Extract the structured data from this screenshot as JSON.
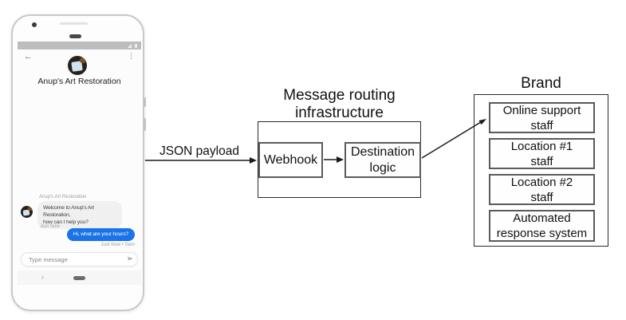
{
  "colors": {
    "bubble_blue": "#1a73e8",
    "status_bar_gray": "#bdbdbd",
    "outer_box_border": "#2b2b2b",
    "inner_box_border": "#5a5a5a"
  },
  "phone": {
    "status_bar": {
      "signal_icon": "signal-icon",
      "battery_icon": "battery-icon"
    },
    "header": {
      "back_glyph": "←",
      "menu_glyph": "⋮",
      "title": "Anup's Art Restoration"
    },
    "chat": {
      "sender_label": "Anup's Art Restoration",
      "incoming": {
        "line1": "Welcome to Anup's Art Restoration,",
        "line2": "how can I help you?",
        "timestamp": "Just Now"
      },
      "outgoing": {
        "text": "Hi, what are your hours?",
        "timestamp": "Just Now • Sent"
      }
    },
    "composer": {
      "placeholder": "Type message",
      "send_glyph": "➢"
    },
    "navbar": {
      "back_glyph": "‹"
    }
  },
  "diagram": {
    "payload_label": "JSON payload",
    "routing": {
      "title": "Message routing infrastructure",
      "webhook": "Webhook",
      "destination": "Destination logic"
    },
    "brand": {
      "title": "Brand",
      "boxes": [
        {
          "line1": "Online support",
          "line2": "staff"
        },
        {
          "line1": "Location #1",
          "line2": "staff"
        },
        {
          "line1": "Location #2",
          "line2": "staff"
        },
        {
          "line1": "Automated",
          "line2": "response system"
        }
      ]
    }
  }
}
